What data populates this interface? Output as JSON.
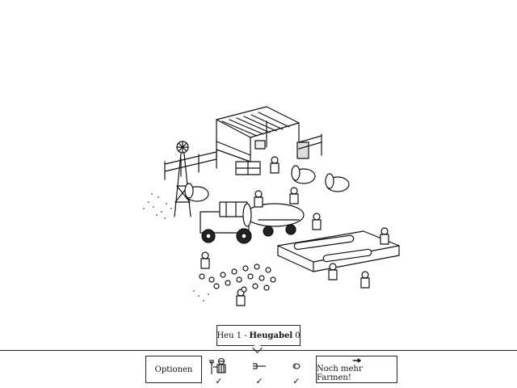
{
  "hud": {
    "tooltip": {
      "item1": "Heu 1",
      "separator": "-",
      "item2_name": "Heugabel",
      "item2_count": "0"
    },
    "options_label": "Optionen",
    "more_farms_label": "Noch mehr Farmen!",
    "more_farms_icon": "arrow-right-icon",
    "slots": [
      {
        "icon": "farmer-with-pitchfork-icon",
        "check": "✓"
      },
      {
        "icon": "pitchfork-icon",
        "check": "✓"
      },
      {
        "icon": "hay-icon",
        "check": "✓"
      }
    ]
  }
}
